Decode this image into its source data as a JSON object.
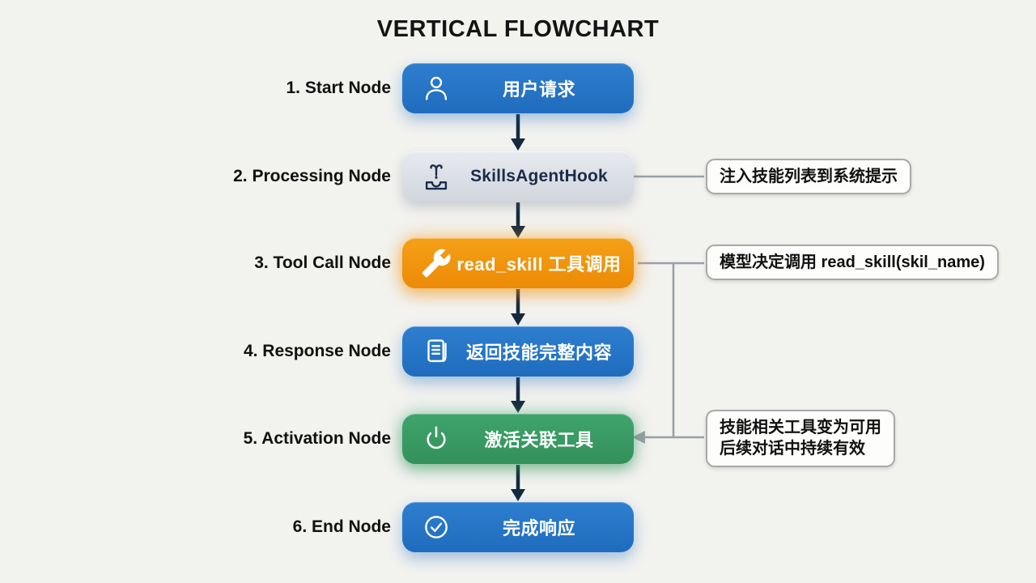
{
  "title": "VERTICAL FLOWCHART",
  "colors": {
    "node_blue": "#2373c4",
    "node_gray": "#d8dce2",
    "node_orange": "#f0930f",
    "node_green": "#389a62",
    "flow_arrow": "#15293f",
    "connector_gray": "#9aa0a6",
    "annotation_border": "#a8a8a8",
    "background": "#f2f2ef"
  },
  "flowchart": {
    "nodes": [
      {
        "step_label": "1. Start Node",
        "text": "用户请求",
        "icon": "user-icon",
        "color": "blue"
      },
      {
        "step_label": "2. Processing Node",
        "text": "SkillsAgentHook",
        "icon": "hook-icon",
        "color": "gray"
      },
      {
        "step_label": "3. Tool Call Node",
        "text": "read_skill 工具调用",
        "icon": "wrench-icon",
        "color": "orange"
      },
      {
        "step_label": "4. Response Node",
        "text": "返回技能完整内容",
        "icon": "document-icon",
        "color": "blue"
      },
      {
        "step_label": "5. Activation Node",
        "text": "激活关联工具",
        "icon": "power-icon",
        "color": "green"
      },
      {
        "step_label": "6. End Node",
        "text": "完成响应",
        "icon": "check-circle-icon",
        "color": "blue"
      }
    ],
    "annotations": [
      {
        "lines": [
          "注入技能列表到系统提示"
        ],
        "attached_to_step": "2. Processing Node"
      },
      {
        "lines": [
          "模型决定调用 read_skill(skil_name)"
        ],
        "attached_to_step": "3. Tool Call Node"
      },
      {
        "lines": [
          "技能相关工具变为可用",
          "后续对话中持续有效"
        ],
        "attached_to_step": "5. Activation Node"
      }
    ],
    "edges": [
      {
        "from": "1. Start Node",
        "to": "2. Processing Node",
        "style": "dark-arrow"
      },
      {
        "from": "2. Processing Node",
        "to": "3. Tool Call Node",
        "style": "dark-arrow"
      },
      {
        "from": "3. Tool Call Node",
        "to": "4. Response Node",
        "style": "dark-arrow"
      },
      {
        "from": "4. Response Node",
        "to": "5. Activation Node",
        "style": "dark-arrow"
      },
      {
        "from": "5. Activation Node",
        "to": "6. End Node",
        "style": "dark-arrow"
      },
      {
        "from": "2. Processing Node",
        "to": "annotation-1",
        "style": "gray-line"
      },
      {
        "from": "3. Tool Call Node",
        "to": "annotation-2",
        "style": "gray-line"
      },
      {
        "from": "annotation-2 branch",
        "to": "5. Activation Node",
        "style": "gray-arrow"
      },
      {
        "from": "annotation-3",
        "to": "5. Activation Node",
        "style": "gray-line"
      }
    ]
  }
}
